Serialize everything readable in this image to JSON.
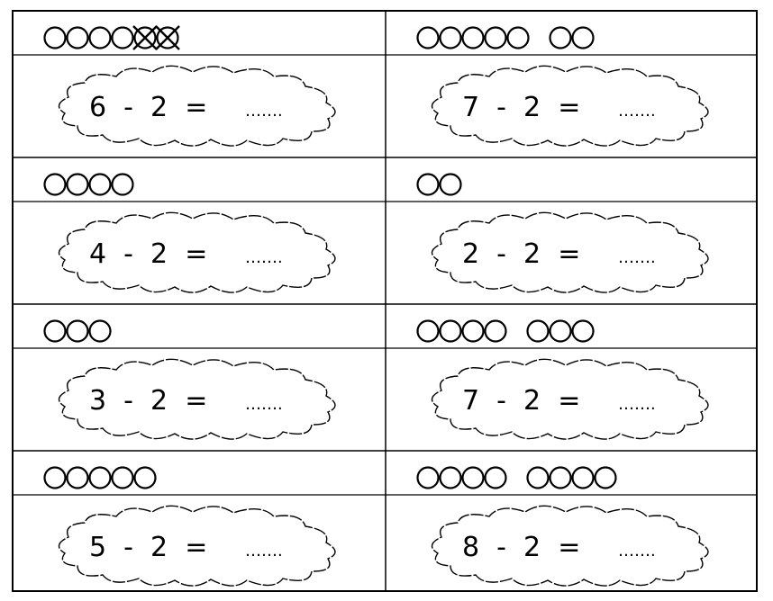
{
  "cells": [
    {
      "circles": 6,
      "crossed": 2,
      "group_split": null,
      "equation": "6  -  2  =",
      "answer_blank": "……."
    },
    {
      "circles": 7,
      "crossed": 0,
      "group_split": 5,
      "equation": "7  -  2  =",
      "answer_blank": "……."
    },
    {
      "circles": 4,
      "crossed": 0,
      "group_split": null,
      "equation": "4  -  2  =",
      "answer_blank": "……."
    },
    {
      "circles": 2,
      "crossed": 0,
      "group_split": null,
      "equation": "2  -  2  =",
      "answer_blank": "……."
    },
    {
      "circles": 3,
      "crossed": 0,
      "group_split": null,
      "equation": "3  -  2  =",
      "answer_blank": "……."
    },
    {
      "circles": 7,
      "crossed": 0,
      "group_split": 4,
      "equation": "7  -  2  =",
      "answer_blank": "……."
    },
    {
      "circles": 5,
      "crossed": 0,
      "group_split": null,
      "equation": "5  -  2  =",
      "answer_blank": "……."
    },
    {
      "circles": 8,
      "crossed": 0,
      "group_split": 4,
      "equation": "8  -  2  =",
      "answer_blank": "……."
    }
  ]
}
